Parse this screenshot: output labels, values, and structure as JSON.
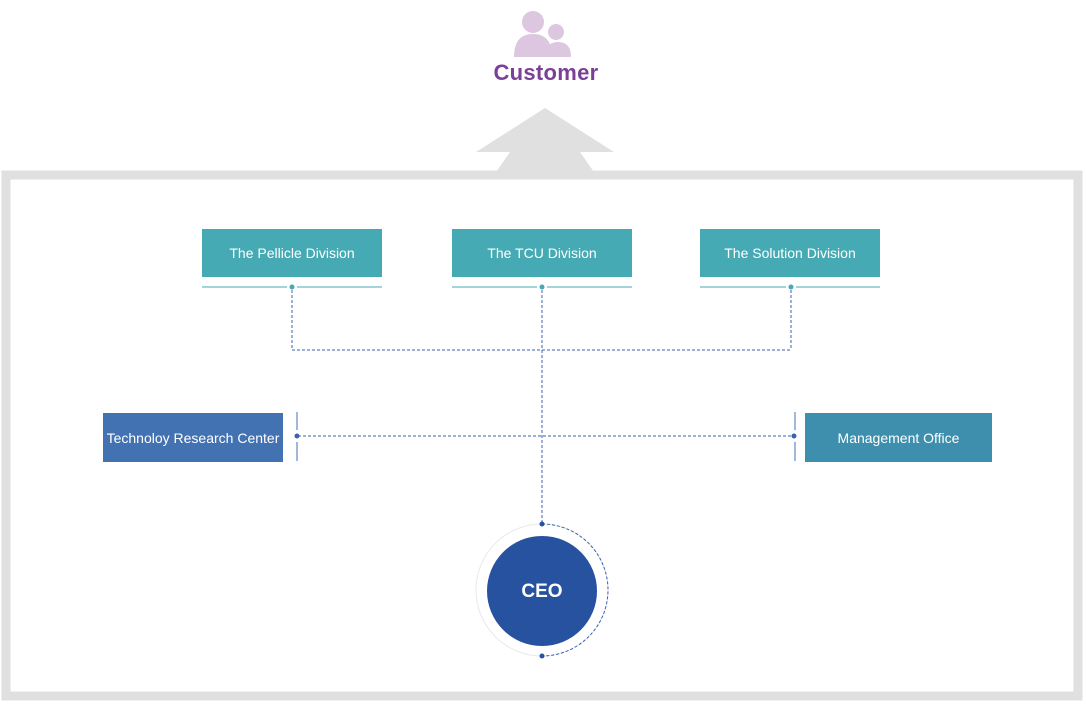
{
  "customer": {
    "label": "Customer"
  },
  "divisions": [
    {
      "label": "The Pellicle Division"
    },
    {
      "label": "The TCU Division"
    },
    {
      "label": "The Solution Division"
    }
  ],
  "side_units": {
    "left": {
      "label": "Technoloy Research Center"
    },
    "right": {
      "label": "Management Office"
    }
  },
  "ceo": {
    "label": "CEO"
  },
  "colors": {
    "division_box": "#45aab3",
    "research_box": "#4372b3",
    "management_box": "#3e8fae",
    "ceo_circle": "#2752a0",
    "customer_text": "#7b3f97",
    "customer_icon": "#dcc6e0",
    "frame": "#e0e0e0",
    "connector": "#3a62b0"
  }
}
